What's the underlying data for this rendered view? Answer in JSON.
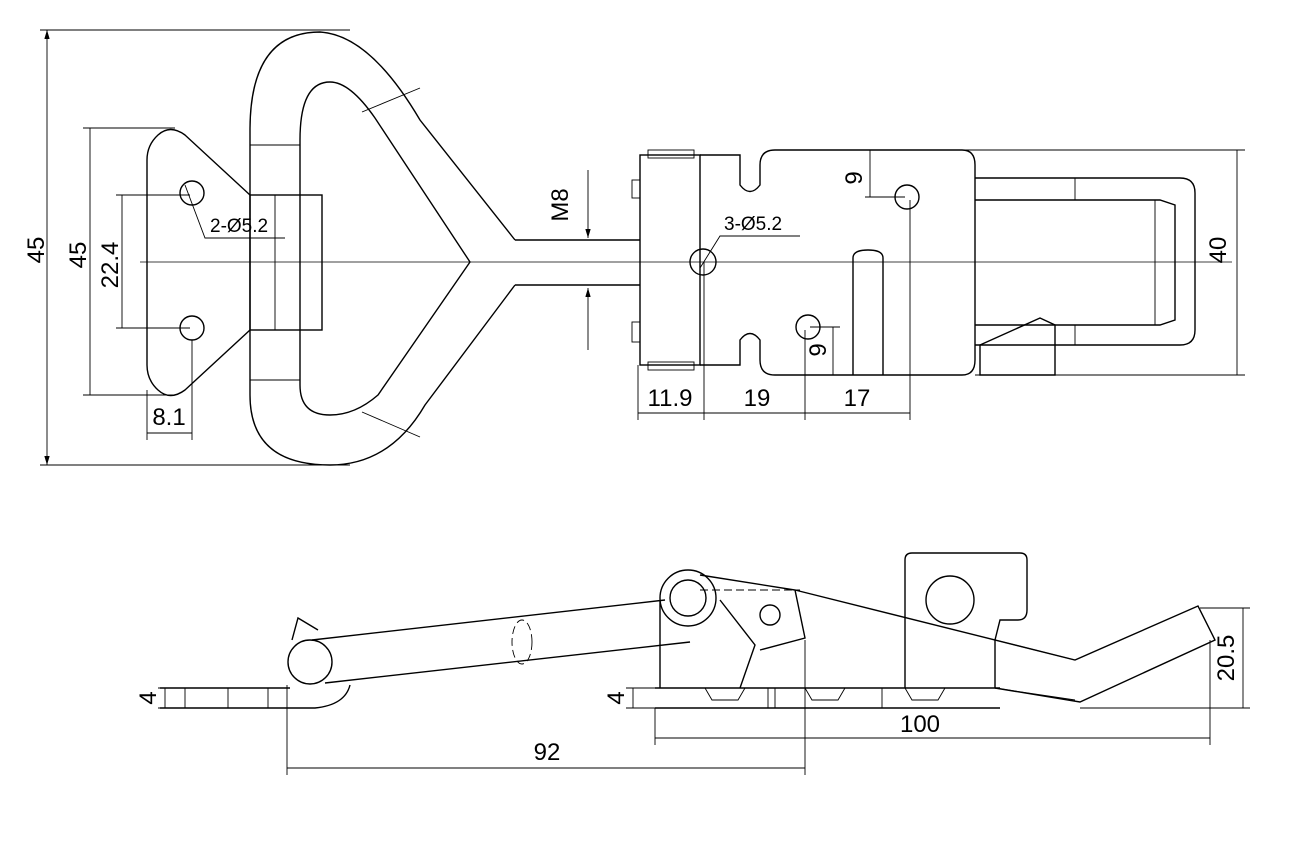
{
  "drawing": {
    "top_view": {
      "overall_height": "45",
      "plate_height": "45",
      "hole_spacing": "22.4",
      "plate_holes": "2-Ø5.2",
      "hole_offset": "8.1",
      "thread": "M8",
      "body_holes": "3-Ø5.2",
      "upper_hole_offset": "9",
      "lower_hole_offset": "9",
      "body_width": "40",
      "dim_a": "11.9",
      "dim_b": "19",
      "dim_c": "17"
    },
    "side_view": {
      "left_thickness": "4",
      "right_thickness": "4",
      "hook_height": "20.5",
      "body_length": "100",
      "lever_reach": "92"
    }
  }
}
